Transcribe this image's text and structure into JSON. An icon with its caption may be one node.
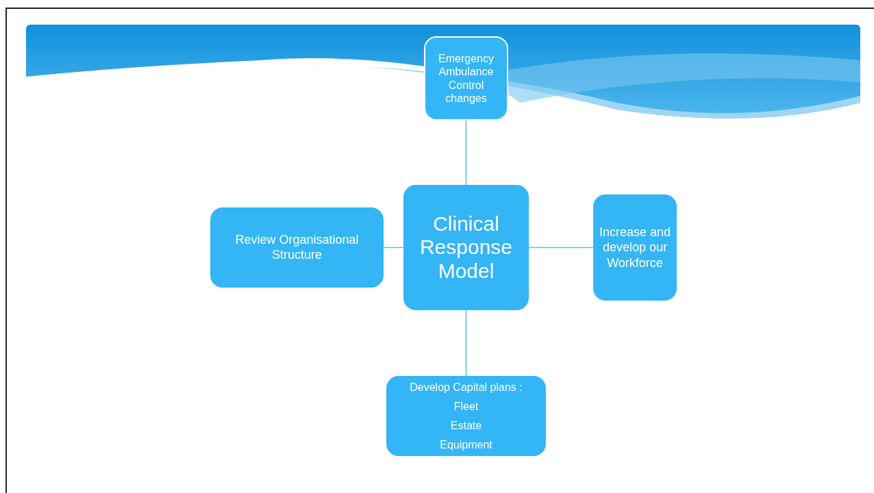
{
  "diagram": {
    "nodes": [
      {
        "text": [
          "Clinical Response Model"
        ]
      },
      {
        "text": [
          "Emergency Ambulance Control changes"
        ]
      },
      {
        "text": [
          "Review Organisational Structure"
        ]
      },
      {
        "text": [
          "Increase and develop our Workforce"
        ]
      },
      {
        "text": [
          "Develop Capital plans :",
          "Fleet",
          "Estate",
          "Equipment"
        ]
      }
    ],
    "edges": [
      {
        "from": 0,
        "to": 1,
        "arrow": "none"
      },
      {
        "from": 0,
        "to": 2,
        "arrow": "none"
      },
      {
        "from": 0,
        "to": 3,
        "arrow": "none"
      },
      {
        "from": 0,
        "to": 4,
        "arrow": "none"
      }
    ]
  }
}
